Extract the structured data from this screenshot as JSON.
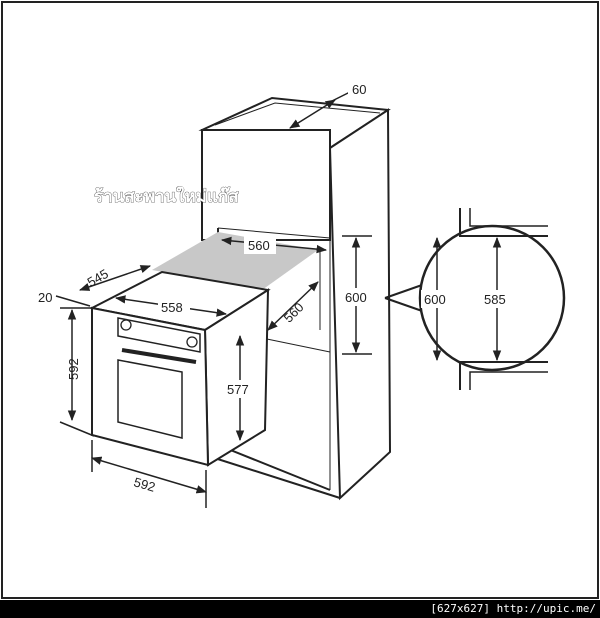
{
  "watermark": {
    "text": "ร้านสะพานใหม่แก๊ส"
  },
  "dimensions": {
    "cabinet_top_depth": "60",
    "niche_width": "560",
    "niche_depth": "560",
    "niche_height": "600",
    "oven_top_width": "558",
    "oven_depth": "545",
    "oven_front_offset": "20",
    "oven_body_height": "577",
    "oven_front_height": "592",
    "oven_front_width": "592",
    "detail_outer_height": "600",
    "detail_inner_height": "585"
  },
  "footer": {
    "text": "[627x627] http://upic.me/"
  },
  "colors": {
    "line": "#222222",
    "shade": "#c8c8c8",
    "footer_bg": "#000000"
  }
}
